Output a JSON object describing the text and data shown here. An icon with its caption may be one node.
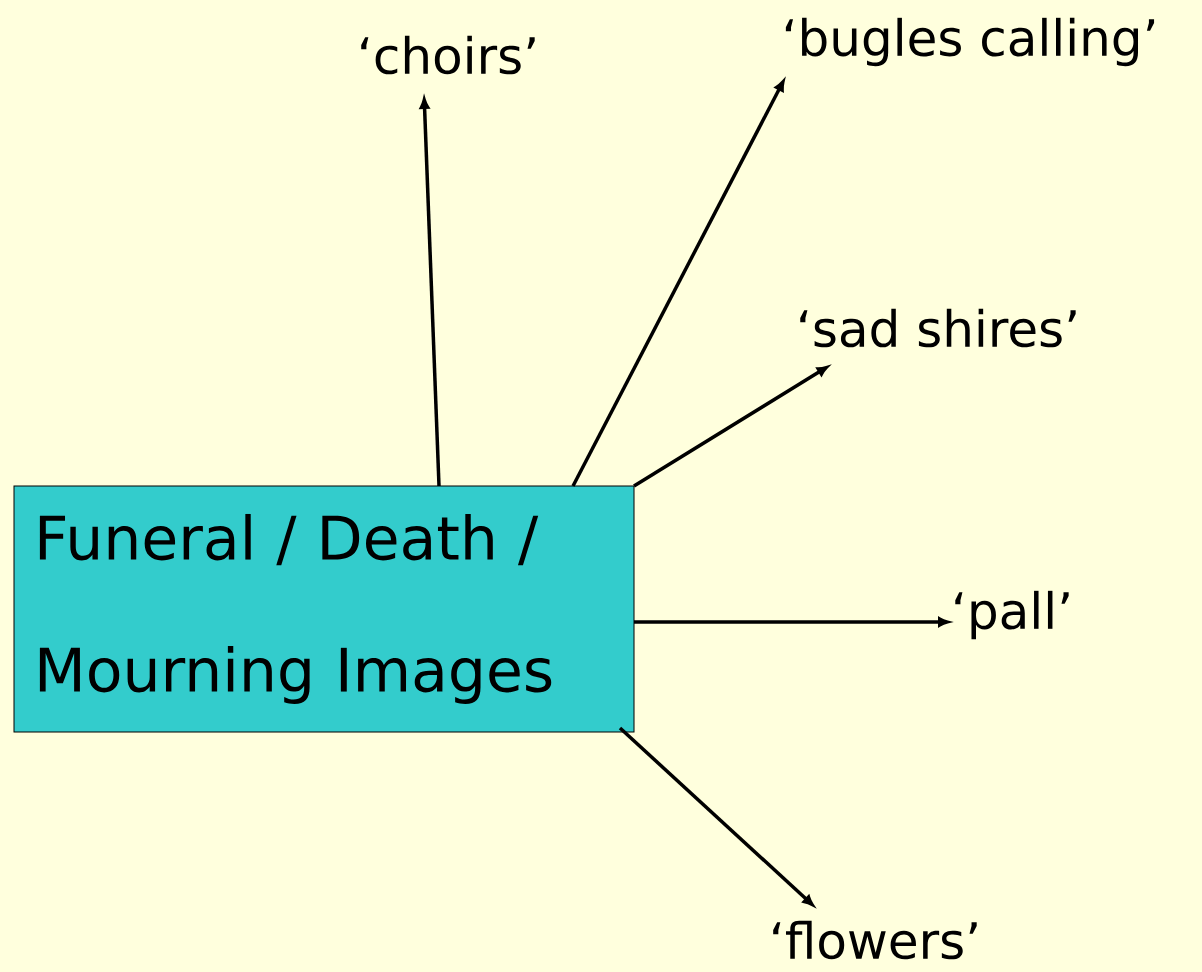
{
  "diagram": {
    "nodes": [
      {
        "text": [
          "Funeral / Death / Mourning Images"
        ]
      },
      {
        "text": [
          "‘choirs’"
        ]
      },
      {
        "text": [
          "‘bugles calling’"
        ]
      },
      {
        "text": [
          "‘sad shires’"
        ]
      },
      {
        "text": [
          "‘pall’"
        ]
      },
      {
        "text": [
          "‘flowers’"
        ]
      }
    ],
    "edges": [
      {
        "from": 0,
        "to": 1,
        "arrow": "to"
      },
      {
        "from": 0,
        "to": 2,
        "arrow": "to"
      },
      {
        "from": 0,
        "to": 3,
        "arrow": "to"
      },
      {
        "from": 0,
        "to": 4,
        "arrow": "to"
      },
      {
        "from": 0,
        "to": 5,
        "arrow": "to"
      }
    ]
  }
}
